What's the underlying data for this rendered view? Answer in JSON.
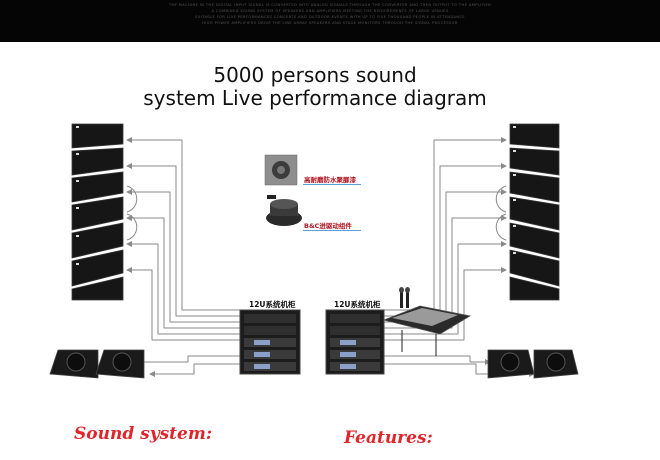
{
  "top_band": {
    "line1": "THE MACHINE IN THE DIGITAL INPUT SIGNAL IS CONVERTED INTO ANALOG SIGNALS THROUGH THE CONVERTER AND THEN OUTPUT TO THE AMPLIFIER",
    "line2": "A COMBINED SOUND SYSTEM OF SPEAKERS AND AMPLIFIERS MEETING THE REQUIREMENTS OF LARGE VENUES",
    "line3": "SUITABLE FOR LIVE PERFORMANCES CONCERTS AND OUTDOOR EVENTS WITH UP TO FIVE THOUSAND PEOPLE IN ATTENDANCE",
    "line4": "HIGH POWER AMPLIFIERS DRIVE THE LINE ARRAY SPEAKERS AND STAGE MONITORS THROUGH THE SIGNAL PROCESSOR"
  },
  "title": {
    "line1": "5000 persons sound",
    "line2": "system Live performance diagram"
  },
  "components": {
    "part1_label": "高耐磨防水聚脲漆",
    "part2_label": "B&C进驱动组件",
    "rack_left_label": "12U系统机柜",
    "rack_right_label": "12U系统机柜"
  },
  "sections": {
    "sound_system": "Sound system:",
    "features": "Features:"
  },
  "colors": {
    "cable": "#8a8a8a",
    "speaker": "#161616",
    "label_red": "#e0262b",
    "part_label": "#b0131f"
  }
}
